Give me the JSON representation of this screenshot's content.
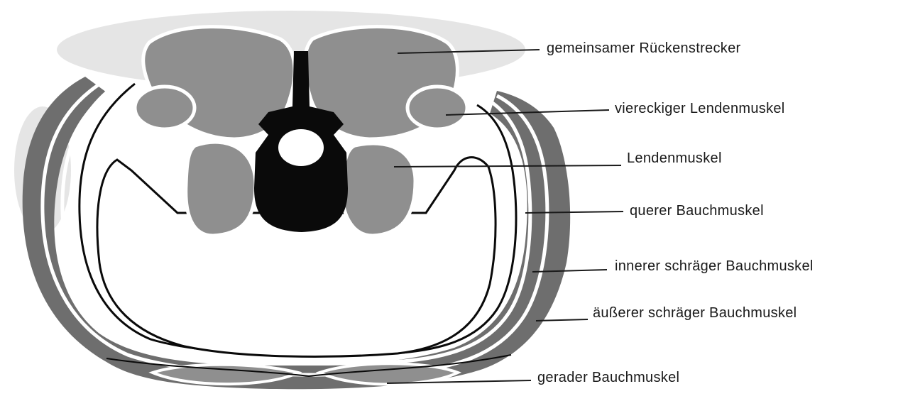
{
  "diagram": {
    "colors": {
      "muscle_fill": "#8f8f8f",
      "outer_band": "#6e6e6e",
      "bone": "#0a0a0a",
      "outline": "#0a0a0a",
      "background": "#ffffff",
      "text": "#1a1a1a"
    },
    "labels": [
      {
        "id": "erector",
        "text": "gemeinsamer Rückenstrecker"
      },
      {
        "id": "quadratus",
        "text": "viereckiger Lendenmuskel"
      },
      {
        "id": "psoas",
        "text": "Lendenmuskel"
      },
      {
        "id": "transversus",
        "text": "querer Bauchmuskel"
      },
      {
        "id": "internal-oblique",
        "text": "innerer schräger Bauchmuskel"
      },
      {
        "id": "external-oblique",
        "text": "äußerer schräger Bauchmuskel"
      },
      {
        "id": "rectus",
        "text": "gerader Bauchmuskel"
      }
    ]
  }
}
